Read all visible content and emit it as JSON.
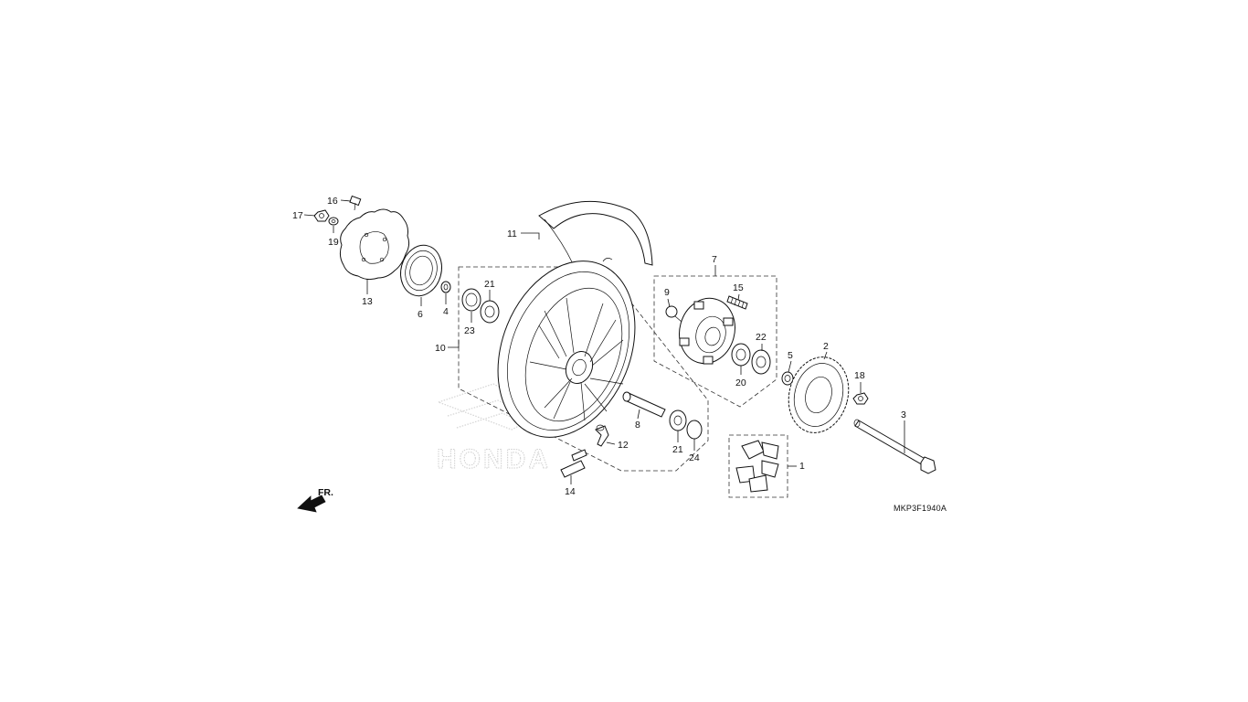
{
  "diagram": {
    "parts": [
      {
        "id": "1",
        "label": "1"
      },
      {
        "id": "2",
        "label": "2"
      },
      {
        "id": "3",
        "label": "3"
      },
      {
        "id": "4",
        "label": "4"
      },
      {
        "id": "5",
        "label": "5"
      },
      {
        "id": "6",
        "label": "6"
      },
      {
        "id": "7",
        "label": "7"
      },
      {
        "id": "8",
        "label": "8"
      },
      {
        "id": "9",
        "label": "9"
      },
      {
        "id": "10",
        "label": "10"
      },
      {
        "id": "11",
        "label": "11"
      },
      {
        "id": "12",
        "label": "12"
      },
      {
        "id": "13",
        "label": "13"
      },
      {
        "id": "14",
        "label": "14"
      },
      {
        "id": "15",
        "label": "15"
      },
      {
        "id": "16",
        "label": "16"
      },
      {
        "id": "17",
        "label": "17"
      },
      {
        "id": "18",
        "label": "18"
      },
      {
        "id": "19",
        "label": "19"
      },
      {
        "id": "20",
        "label": "20"
      },
      {
        "id": "21a",
        "label": "21"
      },
      {
        "id": "21b",
        "label": "21"
      },
      {
        "id": "22",
        "label": "22"
      },
      {
        "id": "23",
        "label": "23"
      },
      {
        "id": "24",
        "label": "24"
      }
    ],
    "direction_label": "FR.",
    "diagram_code": "MKP3F1940A",
    "watermark_text": "HONDA"
  }
}
